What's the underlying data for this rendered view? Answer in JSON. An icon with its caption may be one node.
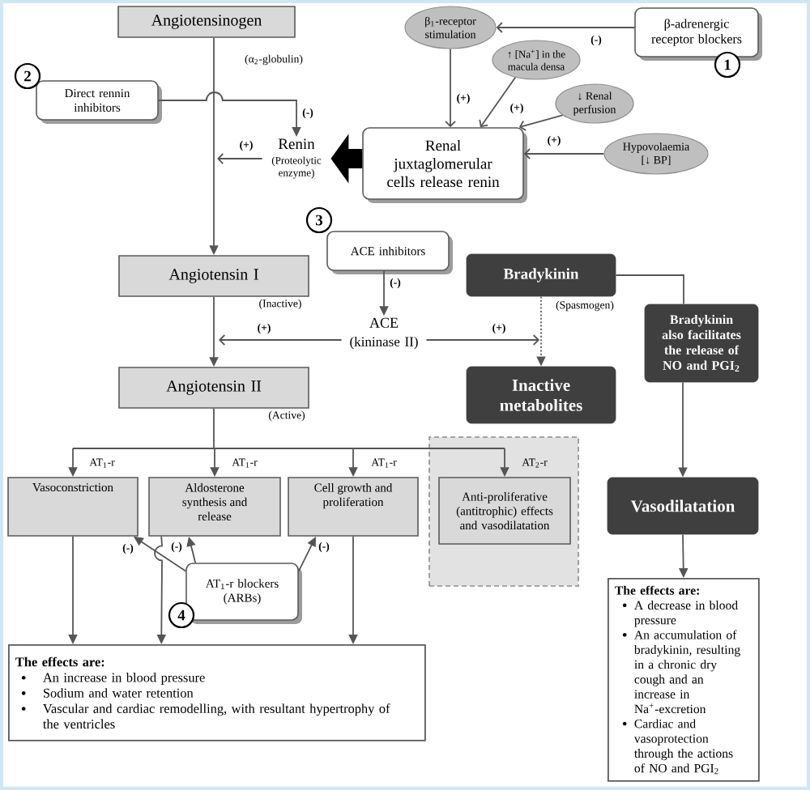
{
  "diagram": {
    "nodes": [
      {
        "text": [
          "Angiotensinogen"
        ],
        "beside": [
          "(α$_{2}$-globulin)"
        ]
      },
      {
        "text": [
          "β$_{1}$-receptor stimulation"
        ]
      },
      {
        "text": [
          "β-adrenergic receptor blockers"
        ]
      },
      {
        "text": [
          "↑ [Na$^{+}$] in the macula densa"
        ]
      },
      {
        "text": [
          "Direct rennin inhibitors"
        ]
      },
      {
        "text": [
          "↓ Renal perfusion"
        ]
      },
      {
        "text": [
          "Renin",
          "(Proteolytic enzyme)"
        ]
      },
      {
        "text": [
          "Renal juxtaglomerular cells release renin"
        ]
      },
      {
        "text": [
          "Hypovolaemia [↓ BP]"
        ]
      },
      {
        "text": [
          "ACE inhibitors"
        ]
      },
      {
        "text": [
          "ACE",
          "(kininase II)"
        ]
      },
      {
        "text": [
          "Angiotensin I"
        ],
        "beside": [
          "(Inactive)"
        ]
      },
      {
        "text": [
          "Bradykinin"
        ],
        "beside": [
          "(Spasmogen)"
        ]
      },
      {
        "text": [
          "Bradykinin also facilitates the release of NO and PGI$_{2}$"
        ]
      },
      {
        "text": [
          "Angiotensin II"
        ],
        "beside": [
          "(Active)"
        ]
      },
      {
        "text": [
          "Inactive metabolites"
        ]
      },
      {
        "text": [],
        "shape": "box"
      },
      {
        "text": [
          "Anti-proliferative (antitrophic) effects and vasodilatation"
        ],
        "in": 16
      },
      {
        "text": [
          "Vasoconstriction"
        ]
      },
      {
        "text": [
          "Aldosterone synthesis and release"
        ]
      },
      {
        "text": [
          "Cell growth and proliferation"
        ]
      },
      {
        "text": [
          "Vasodilatation"
        ]
      },
      {
        "text": [
          "AT$_{1}$-r blockers (ARBs)"
        ]
      },
      {
        "text": [
          "The effects are:",
          "An increase in blood pressure",
          "Sodium and water retention",
          "Vascular and cardiac remodelling, with resultant hypertrophy of the ventricles"
        ]
      },
      {
        "text": [
          "The effects are:",
          "A decrease in blood pressure",
          "An accumulation of bradykinin, resulting in a chronic dry cough and an increase in Na$^{+}$-excretion",
          "Cardiac and vasoprotection through the actions of NO and PGI$_{2}$"
        ]
      }
    ],
    "edges": [
      {
        "from": 0,
        "to": 11,
        "arrow": "to"
      },
      {
        "from": 4,
        "to": 6,
        "arrow": "to",
        "label": "(-)"
      },
      {
        "from": 6,
        "to": null,
        "arrow": "to",
        "label": "(+)"
      },
      {
        "from": 7,
        "to": 6,
        "arrow": "to",
        "style": "thick",
        "color": "#000000"
      },
      {
        "from": 2,
        "to": 1,
        "arrow": "to",
        "label": "(-)"
      },
      {
        "from": 1,
        "to": 7,
        "arrow": "to",
        "label": "(+)"
      },
      {
        "from": 3,
        "to": 7,
        "arrow": "to",
        "label": "(+)"
      },
      {
        "from": 5,
        "to": 7,
        "arrow": "to"
      },
      {
        "from": 8,
        "to": 7,
        "arrow": "to",
        "label": "(+)"
      },
      {
        "from": 9,
        "to": 10,
        "arrow": "to",
        "label": "(-)"
      },
      {
        "from": 10,
        "to": null,
        "arrow": "to",
        "label": "(+)"
      },
      {
        "from": 10,
        "to": null,
        "arrow": "to",
        "label": "(+)"
      },
      {
        "from": 11,
        "to": 14,
        "arrow": "to"
      },
      {
        "from": 12,
        "to": 15,
        "arrow": "to",
        "style": "dashed"
      },
      {
        "from": 12,
        "to": 13,
        "arrow": "none"
      },
      {
        "from": 13,
        "to": 21,
        "arrow": "to"
      },
      {
        "from": 14,
        "to": 18,
        "arrow": "to",
        "label": "AT$_{1}$-r"
      },
      {
        "from": 14,
        "to": 19,
        "arrow": "to",
        "label": "AT$_{1}$-r"
      },
      {
        "from": 14,
        "to": 20,
        "arrow": "to",
        "label": "AT$_{1}$-r"
      },
      {
        "from": 14,
        "to": 17,
        "arrow": "to",
        "label": "AT$_{2}$-r"
      },
      {
        "from": 22,
        "to": 18,
        "arrow": "to",
        "label": "(-)"
      },
      {
        "from": 22,
        "to": 19,
        "arrow": "to",
        "label": "(-)"
      },
      {
        "from": 22,
        "to": 20,
        "arrow": "to",
        "label": "(-)"
      },
      {
        "from": 18,
        "to": 23,
        "arrow": "to"
      },
      {
        "from": 19,
        "to": 23,
        "arrow": "to"
      },
      {
        "from": 20,
        "to": 23,
        "arrow": "to"
      },
      {
        "from": 21,
        "to": 24,
        "arrow": "to"
      }
    ],
    "labels": [
      "1",
      "2",
      "3",
      "4"
    ]
  }
}
